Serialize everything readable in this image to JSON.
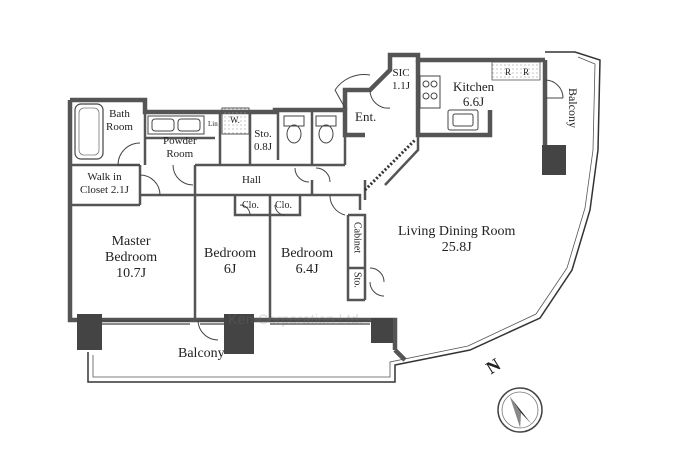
{
  "rooms": {
    "bath": [
      "Bath",
      "Room"
    ],
    "powder": [
      "Powder",
      "Room"
    ],
    "laundry": "W.",
    "wc_label": "Lin",
    "storage_small": [
      "Sto.",
      "0.8J"
    ],
    "sic": [
      "SIC",
      "1.1J"
    ],
    "kitchen": [
      "Kitchen",
      "6.6J"
    ],
    "fridge_1": "R",
    "fridge_2": "R",
    "entrance": "Ent.",
    "balcony_side": "Balcony",
    "walk_in_closet": [
      "Walk in",
      "Closet 2.1J"
    ],
    "hall": "Hall",
    "closet_1": "Clo.",
    "closet_2": "Clo.",
    "master_bedroom": [
      "Master",
      "Bedroom",
      "10.7J"
    ],
    "bedroom_1": [
      "Bedroom",
      "6J"
    ],
    "bedroom_2": [
      "Bedroom",
      "6.4J"
    ],
    "cabinet": "Cabinet",
    "storage_living": "Sto.",
    "living_dining": [
      "Living Dining Room",
      "25.8J"
    ],
    "balcony_main": "Balcony"
  },
  "watermark": "Ken Corporation Ltd.",
  "compass": {
    "label": "N"
  },
  "colors": {
    "wall": "#555555",
    "line": "#333333",
    "hatch": "#aaaaaa"
  }
}
